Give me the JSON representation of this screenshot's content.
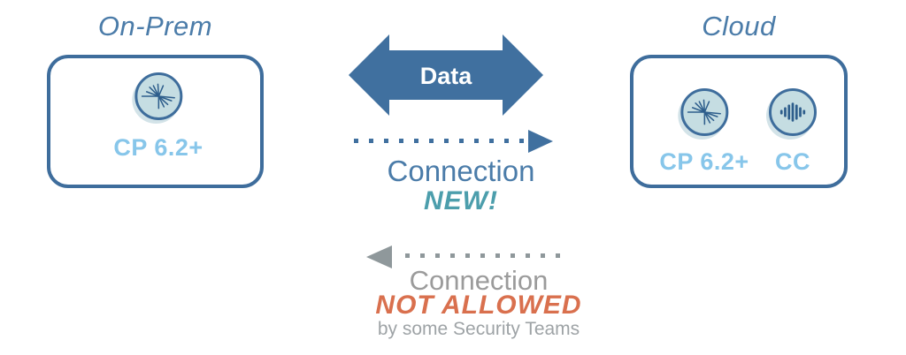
{
  "colors": {
    "steel_blue": "#40709F",
    "steel_text": "#4B7CA9",
    "box_border": "#3E6D9C",
    "light_blue": "#87C6EA",
    "icon_fill": "#C5DDE2",
    "teal": "#4C9EAC",
    "orange": "#D9704E",
    "arrow_gray": "#8F989B",
    "text_gray": "#9B9B9B",
    "note_gray": "#9EA3A6"
  },
  "on_prem": {
    "title": "On-Prem",
    "nodes": [
      {
        "icon": "starburst-icon",
        "label": "CP 6.2+"
      }
    ]
  },
  "cloud": {
    "title": "Cloud",
    "nodes": [
      {
        "icon": "starburst-icon",
        "label": "CP 6.2+"
      },
      {
        "icon": "equalizer-icon",
        "label": "CC"
      }
    ]
  },
  "data_flow": {
    "label": "Data",
    "direction": "bidirectional"
  },
  "new_connection": {
    "label": "Connection",
    "badge": "NEW!",
    "direction": "right"
  },
  "blocked_connection": {
    "label": "Connection",
    "status": "NOT ALLOWED",
    "note": "by some Security Teams",
    "direction": "left"
  }
}
